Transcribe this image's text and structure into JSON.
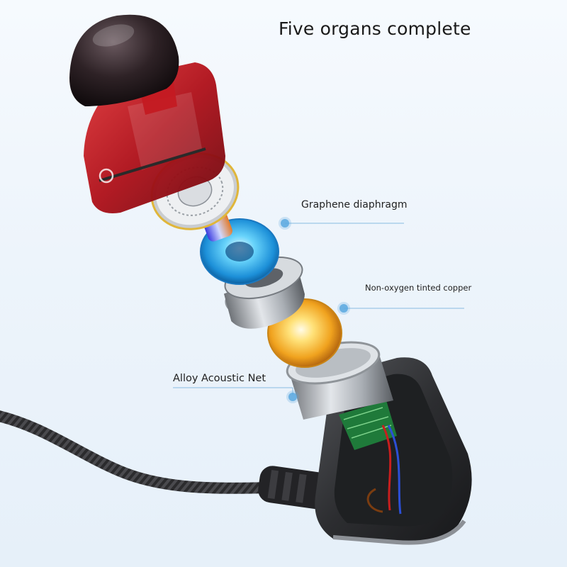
{
  "title": "Five organs complete",
  "callouts": [
    {
      "id": "graphene",
      "label": "Graphene diaphragm"
    },
    {
      "id": "copper",
      "label": "Non-oxygen tinted copper"
    },
    {
      "id": "alloy",
      "label": "Alloy Acoustic Net"
    }
  ],
  "colors": {
    "background": "#edf4fb",
    "shell_red": "#b3121c",
    "ear_tip": "#2a1a1e",
    "diaphragm_blue": "#2ea8e8",
    "copper_gold": "#f2b233",
    "callout_dot": "#5aa9e0",
    "callout_line": "#9cc6e6",
    "housing_dark": "#2a2a2c"
  }
}
